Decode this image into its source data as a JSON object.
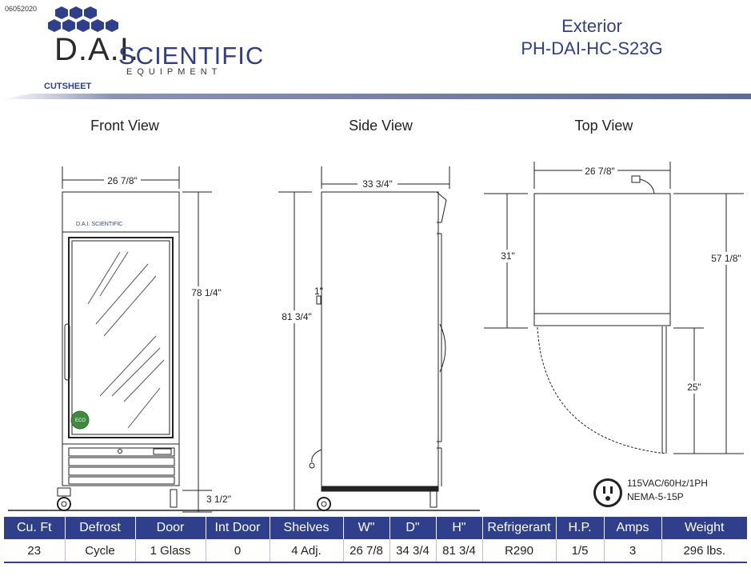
{
  "header": {
    "doc_code": "06052020",
    "logo_dai": "D.A.I.",
    "logo_scientific": "SCIENTIFIC",
    "logo_equipment": "EQUIPMENT",
    "cutsheet": "CUTSHEET",
    "title_line1": "Exterior",
    "title_line2": "PH-DAI-HC-S23G"
  },
  "views": {
    "front": {
      "title": "Front View",
      "width_label": "26 7/8\"",
      "height_label": "78 1/4\"",
      "leg_label": "3 1/2\"",
      "brand_small": "D.A.I. SCIENTIFIC",
      "eco_badge": "ECO"
    },
    "side": {
      "title": "Side View",
      "depth_label": "33 3/4\"",
      "height_label": "81 3/4\"",
      "small_label": "1\""
    },
    "top": {
      "title": "Top View",
      "width_label": "26 7/8\"",
      "depth_label": "31\"",
      "swing_label": "25\"",
      "total_label": "57 1/8\""
    }
  },
  "electrical": {
    "line1": "115VAC/60Hz/1PH",
    "line2": "NEMA-5-15P"
  },
  "spec_table": {
    "headers": [
      "Cu. Ft",
      "Defrost",
      "Door",
      "Int Door",
      "Shelves",
      "W\"",
      "D\"",
      "H\"",
      "Refrigerant",
      "H.P.",
      "Amps",
      "Weight"
    ],
    "values": [
      "23",
      "Cycle",
      "1 Glass",
      "0",
      "4 Adj.",
      "26 7/8",
      "34 3/4",
      "81 3/4",
      "R290",
      "1/5",
      "3",
      "296 lbs."
    ]
  },
  "colors": {
    "brand_blue": "#2f3f8c",
    "line": "#222222"
  }
}
